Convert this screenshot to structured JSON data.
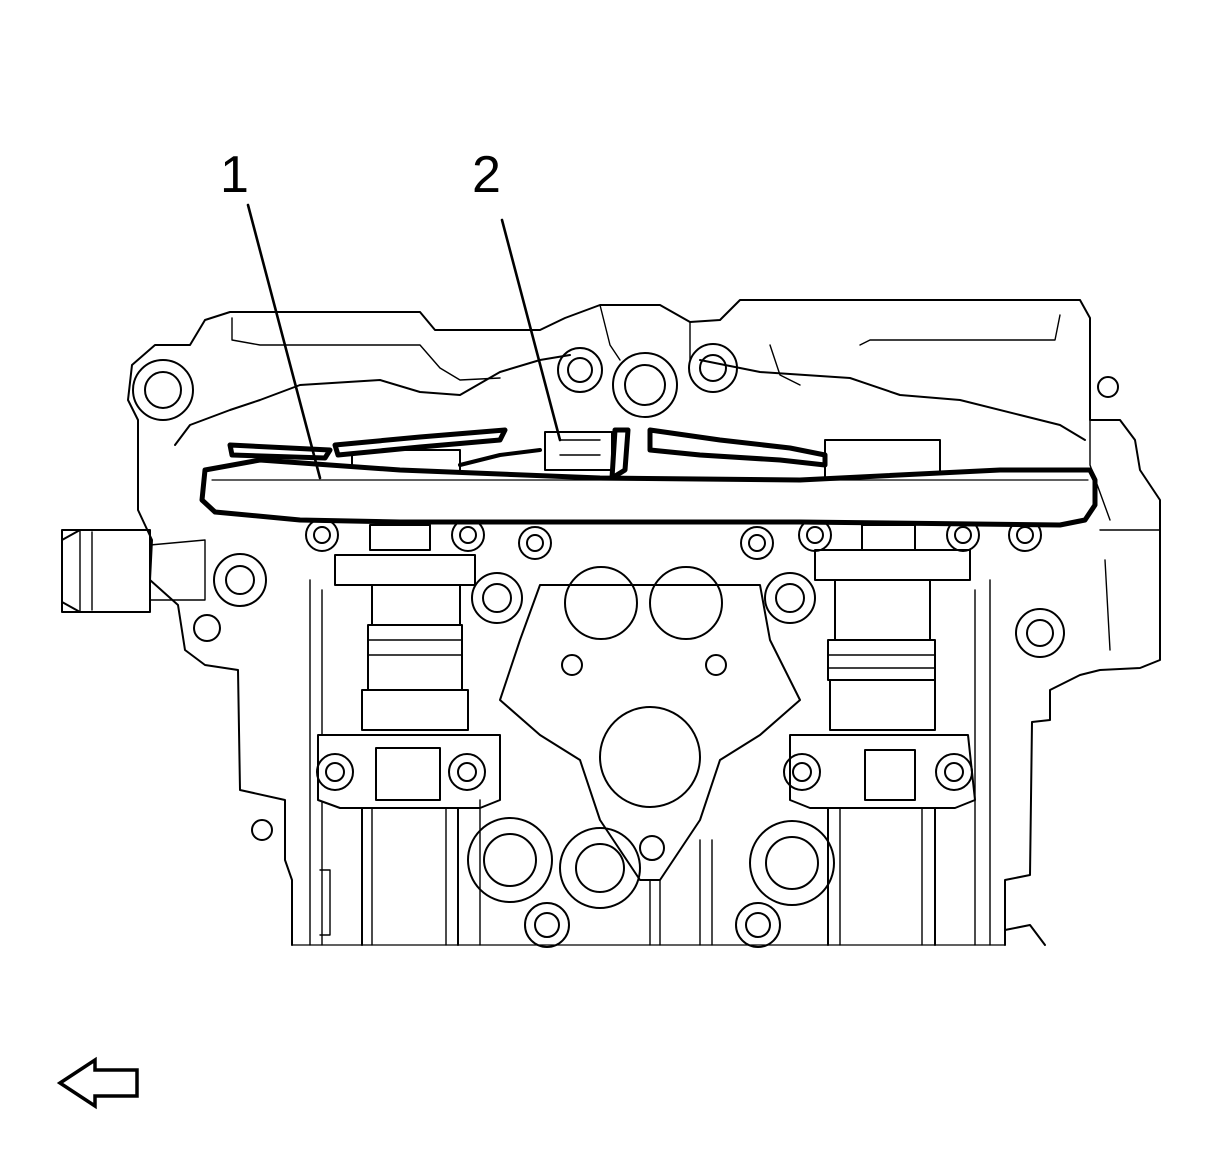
{
  "callouts": [
    {
      "id": "1",
      "label": "1"
    },
    {
      "id": "2",
      "label": "2"
    }
  ],
  "icons": {
    "front_arrow": "arrow-left-icon"
  },
  "colors": {
    "line": "#000000",
    "background": "#ffffff"
  }
}
